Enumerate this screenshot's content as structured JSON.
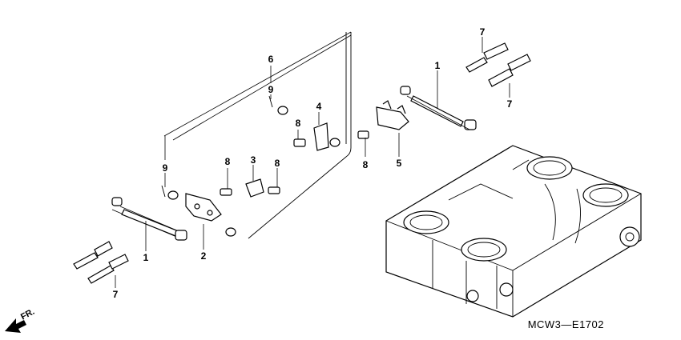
{
  "diagram_code": "MCW3—E1702",
  "direction_label": "FR.",
  "callouts": [
    "1",
    "1",
    "2",
    "3",
    "4",
    "5",
    "6",
    "7",
    "7",
    "7",
    "8",
    "8",
    "8",
    "8",
    "9",
    "9"
  ]
}
